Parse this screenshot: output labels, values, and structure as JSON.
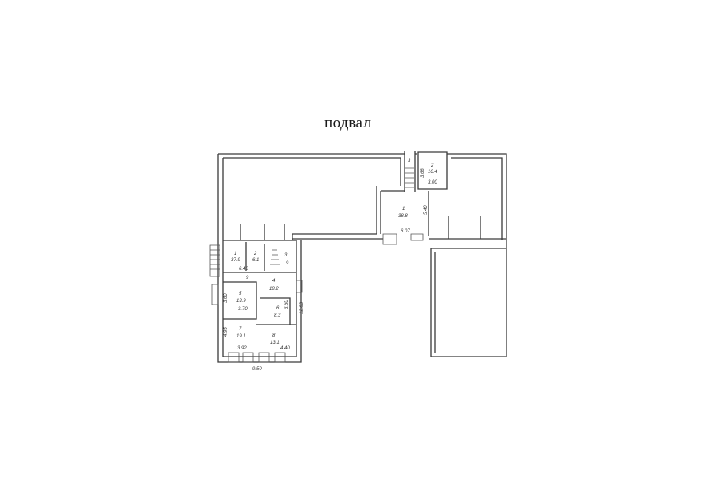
{
  "title": "подвал",
  "rooms": [
    {
      "num": "1",
      "area": "37.9"
    },
    {
      "num": "2",
      "area": "6.1"
    },
    {
      "num": "9",
      "area": ""
    },
    {
      "num": "3",
      "area": "9"
    },
    {
      "num": "4",
      "area": "18.2"
    },
    {
      "num": "5",
      "area": "13.9"
    },
    {
      "num": "6",
      "area": "8.3"
    },
    {
      "num": "7",
      "area": "19.1"
    },
    {
      "num": "8",
      "area": "13.1"
    },
    {
      "num": "1",
      "area": "38.8"
    },
    {
      "num": "2",
      "area": "10.4"
    },
    {
      "num": "3",
      "area": ""
    }
  ],
  "dimensions": [
    "6.40",
    "3.60",
    "3.70",
    "4.95",
    "3.92",
    "4.40",
    "9.50",
    "12.83",
    "6.07",
    "5.40",
    "3.60",
    "3.00",
    "3.68"
  ]
}
